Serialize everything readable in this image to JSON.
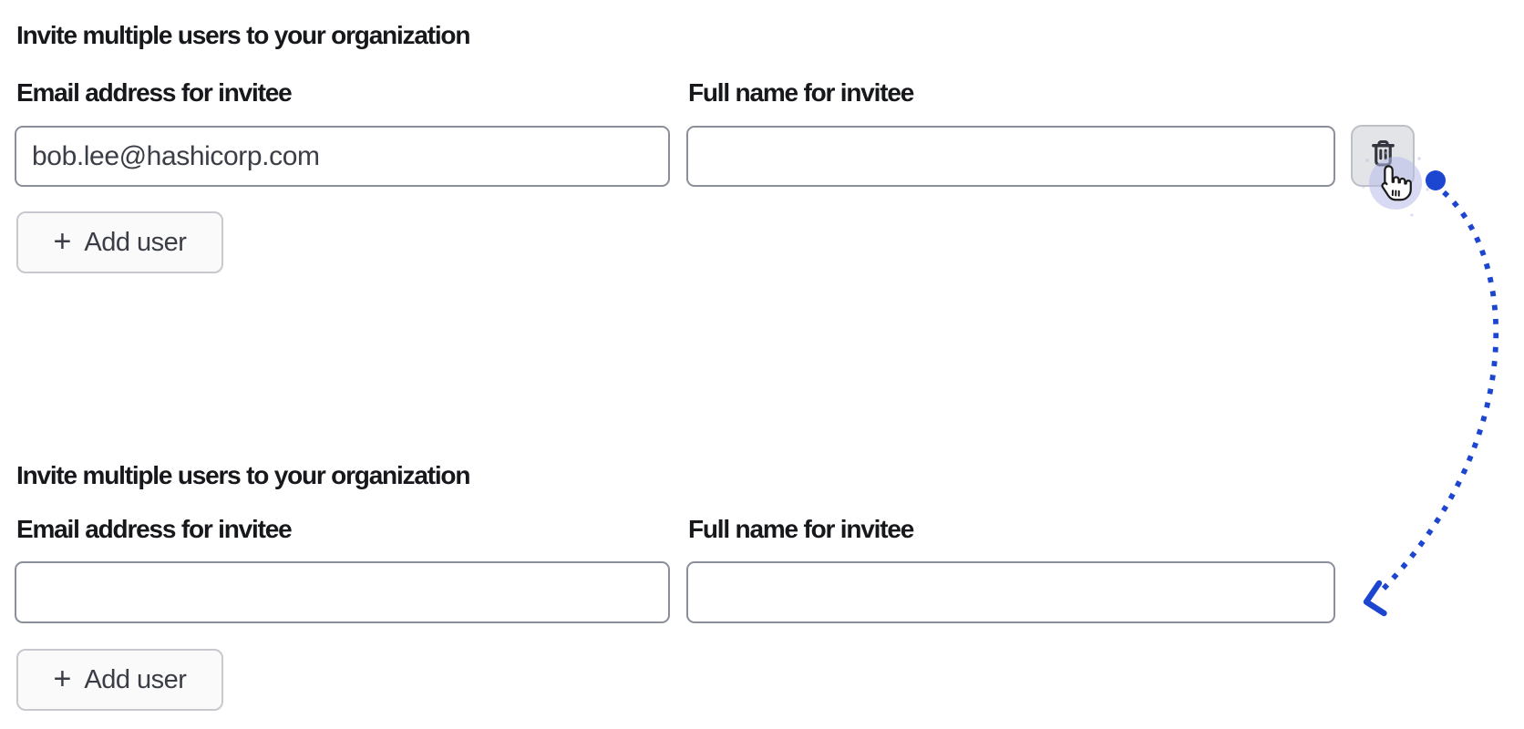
{
  "annotation": {
    "accent_color": "#1c45d0",
    "highlight_color": "#b7bce8",
    "cursor": "hand-pointer",
    "marker": "click-origin-dot",
    "arrow": "dotted-curved-arrow"
  },
  "sections": [
    {
      "heading": "Invite multiple users to your organization",
      "fields": [
        {
          "label": "Email address for invitee",
          "value": "bob.lee@hashicorp.com"
        },
        {
          "label": "Full name for invitee",
          "value": ""
        }
      ],
      "delete_button": {
        "icon": "trash-icon"
      },
      "add_button": {
        "plus_icon": "+",
        "label": "Add user"
      }
    },
    {
      "heading": "Invite multiple users to your organization",
      "fields": [
        {
          "label": "Email address for invitee",
          "value": ""
        },
        {
          "label": "Full name for invitee",
          "value": ""
        }
      ],
      "add_button": {
        "plus_icon": "+",
        "label": "Add user"
      }
    }
  ]
}
